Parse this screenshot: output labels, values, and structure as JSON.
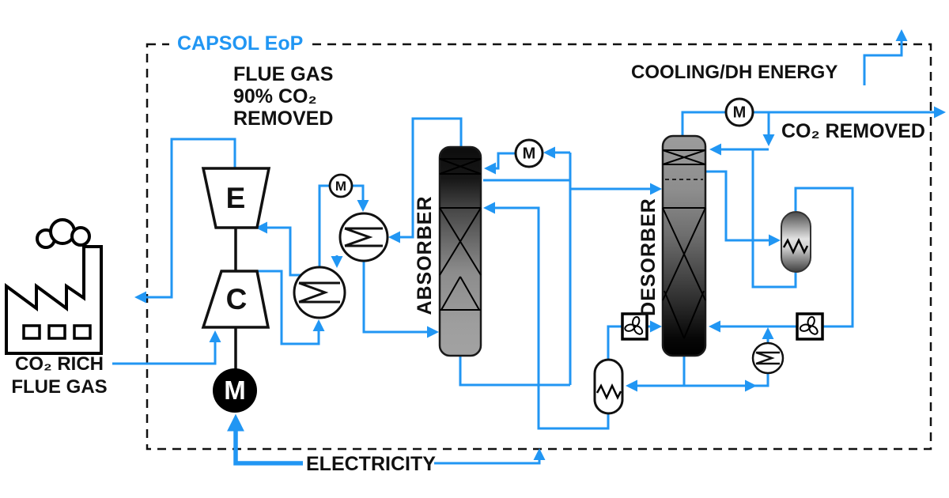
{
  "diagram": {
    "title": "CAPSOL EoP",
    "labels": {
      "flue_gas_note": "FLUE GAS\n90% CO₂\nREMOVED",
      "co2_rich_flue_gas": "CO₂ RICH\nFLUE GAS",
      "cooling_dh_energy": "COOLING/DH ENERGY",
      "co2_removed": "CO₂ REMOVED",
      "electricity": "ELECTRICITY",
      "absorber": "ABSORBER",
      "desorber": "DESORBER"
    },
    "equipment": {
      "expander": "E",
      "compressor": "C",
      "motor": "M",
      "pump_intercool": "M",
      "pump_wash": "M",
      "pump_co2": "M"
    },
    "colors": {
      "stream_line": "#2196F3",
      "title_text": "#2196F3",
      "outline": "#111111"
    }
  }
}
